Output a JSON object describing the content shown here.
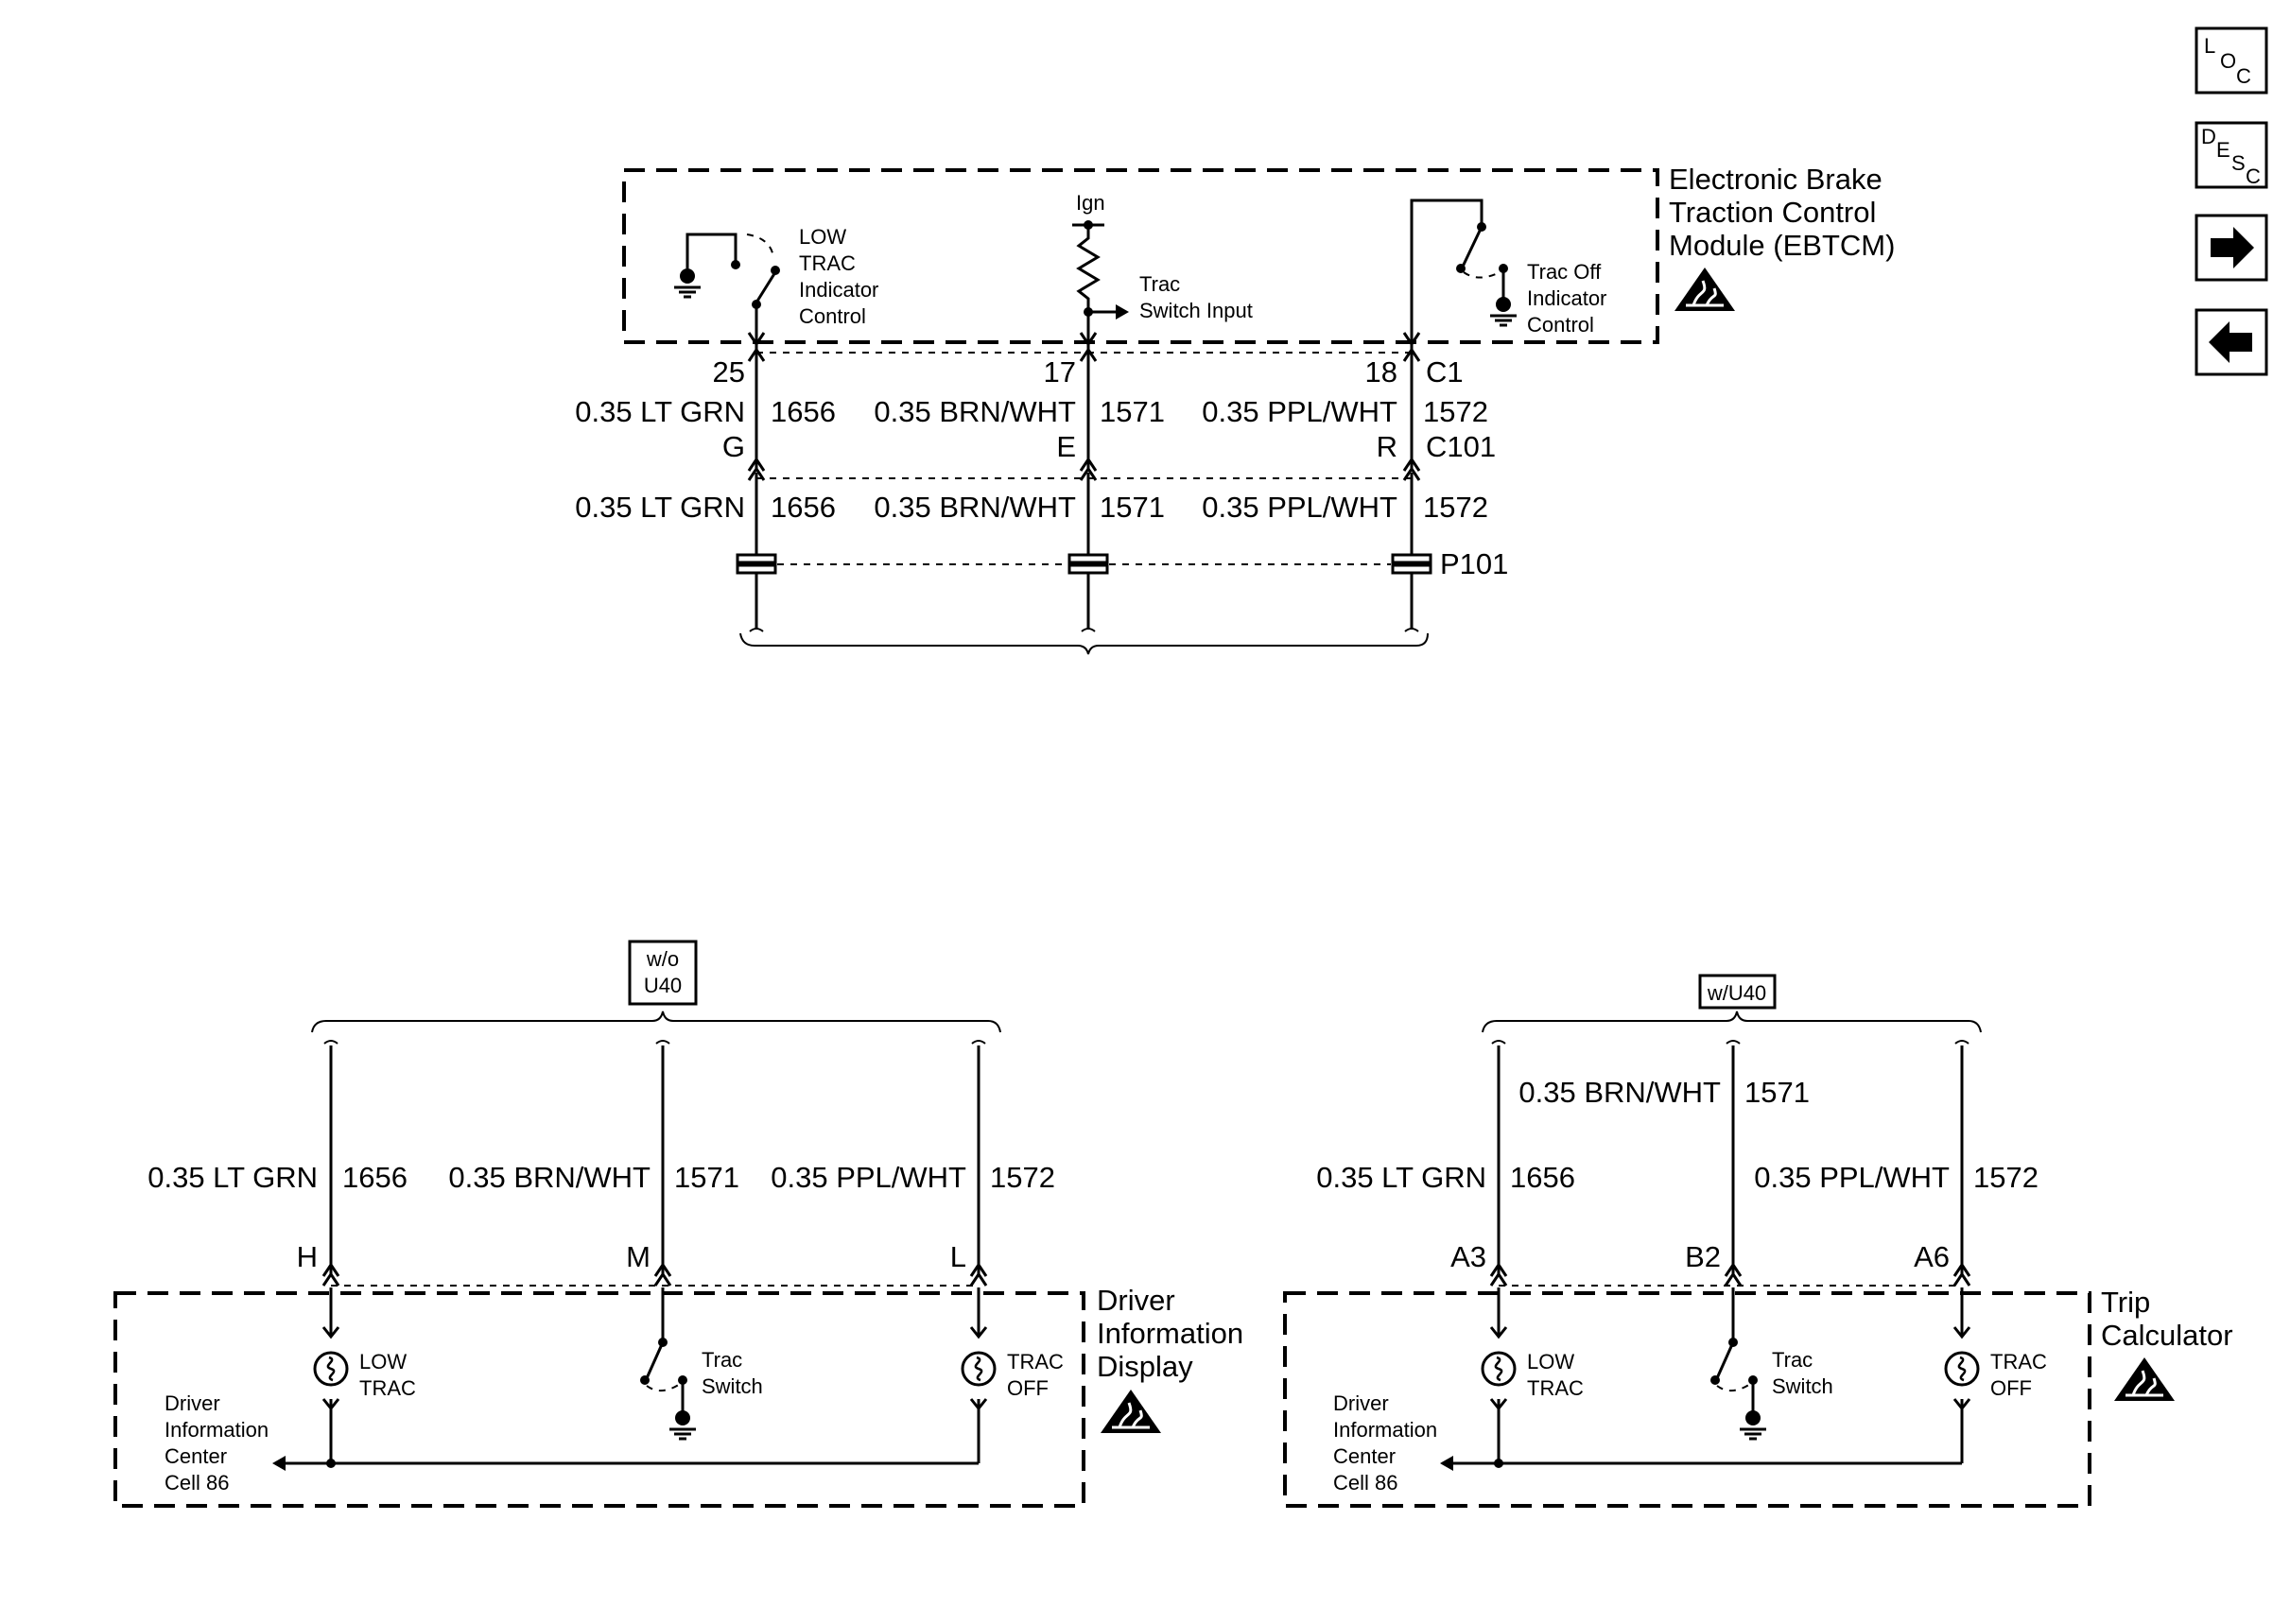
{
  "nav": {
    "loc": {
      "a": "L",
      "b": "O",
      "c": "C"
    },
    "desc": {
      "a": "D",
      "b": "E",
      "c": "S",
      "d": "C"
    },
    "next_icon": "arrow-right-icon",
    "prev_icon": "arrow-left-icon"
  },
  "ebtcm": {
    "title": [
      "Electronic Brake",
      "Traction Control",
      "Module (EBTCM)"
    ],
    "low_trac": [
      "LOW",
      "TRAC",
      "Indicator",
      "Control"
    ],
    "ign": "Ign",
    "trac_switch_input": [
      "Trac",
      "Switch Input"
    ],
    "trac_off": [
      "Trac Off",
      "Indicator",
      "Control"
    ],
    "connector": "C1",
    "pins": [
      "25",
      "17",
      "18"
    ]
  },
  "upper_wires": {
    "col1": {
      "wire": "0.35 LT GRN",
      "circuit": "1656",
      "pin": "G"
    },
    "col2": {
      "wire": "0.35 BRN/WHT",
      "circuit": "1571",
      "pin": "E"
    },
    "col3": {
      "wire": "0.35 PPL/WHT",
      "circuit": "1572",
      "pin": "R"
    },
    "inline_connector": "C101",
    "splice_pack": "P101"
  },
  "lower_wires": {
    "col1": {
      "wire": "0.35 LT GRN",
      "circuit": "1656"
    },
    "col2": {
      "wire": "0.35 BRN/WHT",
      "circuit": "1571"
    },
    "col3": {
      "wire": "0.35 PPL/WHT",
      "circuit": "1572"
    }
  },
  "did": {
    "option": [
      "w/o",
      "U40"
    ],
    "title": [
      "Driver",
      "Information",
      "Display"
    ],
    "pins": [
      "H",
      "M",
      "L"
    ],
    "wires": [
      {
        "wire": "0.35 LT GRN",
        "circuit": "1656"
      },
      {
        "wire": "0.35 BRN/WHT",
        "circuit": "1571"
      },
      {
        "wire": "0.35 PPL/WHT",
        "circuit": "1572"
      }
    ],
    "low_trac": [
      "LOW",
      "TRAC"
    ],
    "trac_switch": [
      "Trac",
      "Switch"
    ],
    "trac_off": [
      "TRAC",
      "OFF"
    ],
    "dic_ref": [
      "Driver",
      "Information",
      "Center",
      "Cell 86"
    ]
  },
  "trip": {
    "option": "w/U40",
    "title": [
      "Trip",
      "Calculator"
    ],
    "pins": [
      "A3",
      "B2",
      "A6"
    ],
    "wires": [
      {
        "wire": "0.35 LT GRN",
        "circuit": "1656"
      },
      {
        "wire": "0.35 BRN/WHT",
        "circuit": "1571"
      },
      {
        "wire": "0.35 PPL/WHT",
        "circuit": "1572"
      }
    ],
    "low_trac": [
      "LOW",
      "TRAC"
    ],
    "trac_switch": [
      "Trac",
      "Switch"
    ],
    "trac_off": [
      "TRAC",
      "OFF"
    ],
    "dic_ref": [
      "Driver",
      "Information",
      "Center",
      "Cell 86"
    ]
  }
}
